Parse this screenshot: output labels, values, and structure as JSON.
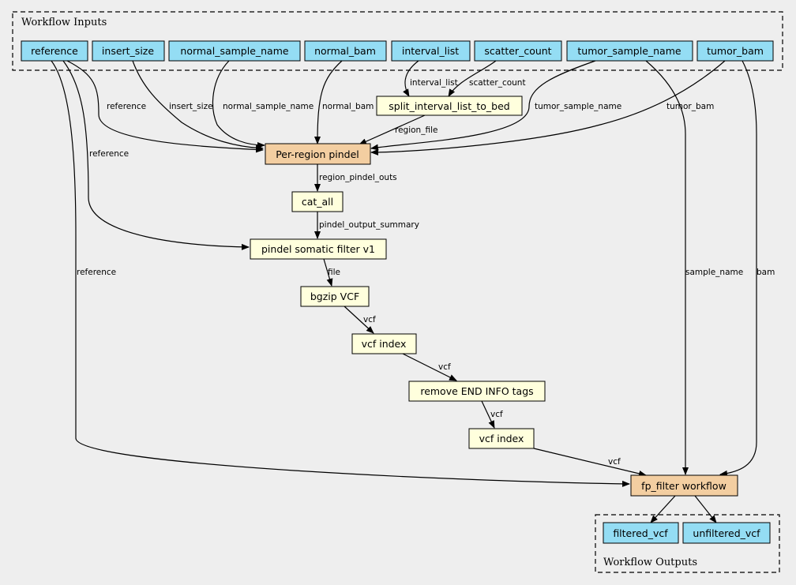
{
  "clusters": {
    "inputs_label": "Workflow Inputs",
    "outputs_label": "Workflow Outputs"
  },
  "inputs": {
    "reference": "reference",
    "insert_size": "insert_size",
    "normal_sample_name": "normal_sample_name",
    "normal_bam": "normal_bam",
    "interval_list": "interval_list",
    "scatter_count": "scatter_count",
    "tumor_sample_name": "tumor_sample_name",
    "tumor_bam": "tumor_bam"
  },
  "steps": {
    "split_interval_list_to_bed": "split_interval_list_to_bed",
    "per_region_pindel": "Per-region pindel",
    "cat_all": "cat_all",
    "pindel_somatic_filter": "pindel somatic filter v1",
    "bgzip_vcf": "bgzip VCF",
    "vcf_index_1": "vcf index",
    "remove_end_info_tags": "remove END INFO tags",
    "vcf_index_2": "vcf index",
    "fp_filter_workflow": "fp_filter workflow"
  },
  "outputs": {
    "filtered_vcf": "filtered_vcf",
    "unfiltered_vcf": "unfiltered_vcf"
  },
  "edge_labels": {
    "interval_list": "interval_list",
    "scatter_count": "scatter_count",
    "reference_to_pindel": "reference",
    "insert_size": "insert_size",
    "normal_sample_name": "normal_sample_name",
    "normal_bam": "normal_bam",
    "tumor_sample_name": "tumor_sample_name",
    "tumor_bam": "tumor_bam",
    "region_file": "region_file",
    "reference_to_filter": "reference",
    "region_pindel_outs": "region_pindel_outs",
    "pindel_output_summary": "pindel_output_summary",
    "reference_to_fp": "reference",
    "sample_name": "sample_name",
    "bam": "bam",
    "file": "file",
    "vcf_1": "vcf",
    "vcf_2": "vcf",
    "vcf_3": "vcf",
    "vcf_4": "vcf"
  }
}
